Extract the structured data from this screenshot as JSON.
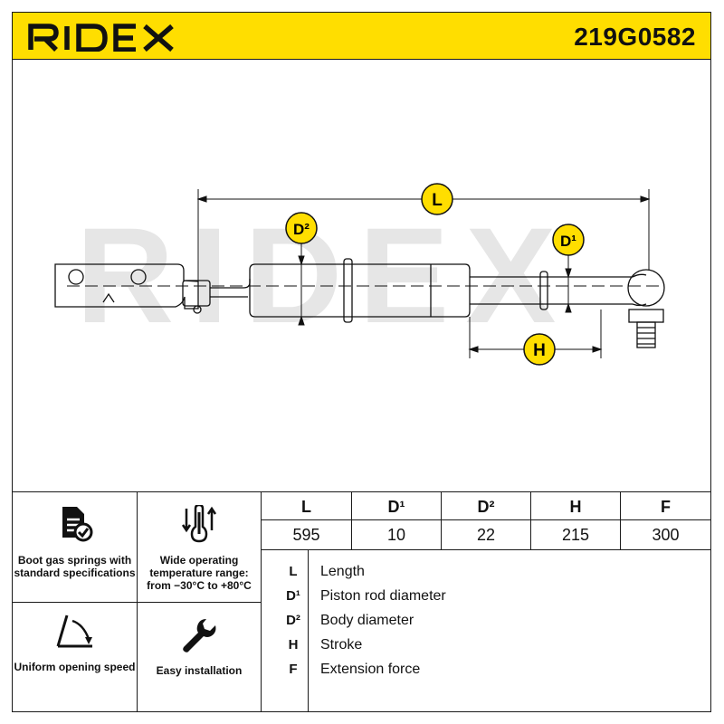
{
  "header": {
    "brand": "RIDEX",
    "part_number": "219G0582",
    "accent_color": "#ffde00"
  },
  "diagram": {
    "watermark": "RIDEX",
    "dim_labels": {
      "L": "L",
      "D2": "D²",
      "D1": "D¹",
      "H": "H"
    }
  },
  "features": [
    {
      "icon": "document-check-icon",
      "label": "Boot gas springs with standard specifications"
    },
    {
      "icon": "thermometer-arrows-icon",
      "label": "Wide operating temperature range: from −30°C to +80°C"
    },
    {
      "icon": "opening-angle-icon",
      "label": "Uniform opening speed"
    },
    {
      "icon": "wrench-icon",
      "label": "Easy installation"
    }
  ],
  "specs": {
    "headers": [
      "L",
      "D¹",
      "D²",
      "H",
      "F"
    ],
    "values": [
      "595",
      "10",
      "22",
      "215",
      "300"
    ]
  },
  "legend": [
    {
      "key": "L",
      "desc": "Length"
    },
    {
      "key": "D¹",
      "desc": "Piston rod diameter"
    },
    {
      "key": "D²",
      "desc": "Body diameter"
    },
    {
      "key": "H",
      "desc": "Stroke"
    },
    {
      "key": "F",
      "desc": "Extension force"
    }
  ]
}
